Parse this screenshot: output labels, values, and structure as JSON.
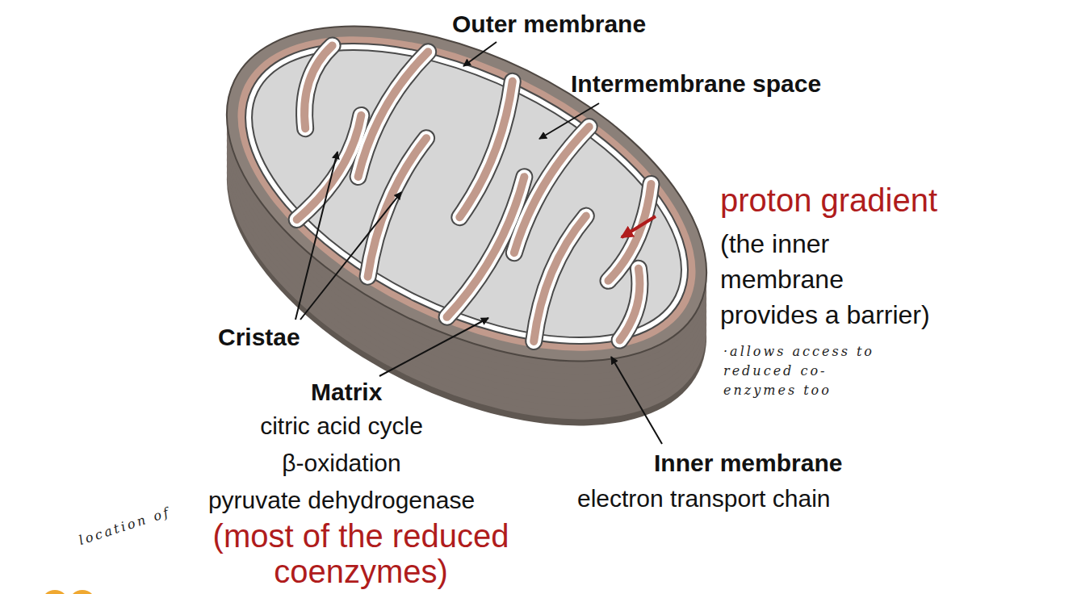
{
  "diagram": {
    "labels": [
      "Outer membrane",
      "Intermembrane space",
      "proton gradient",
      "(the inner membrane provides a barrier)",
      "·allows access to reduced co-enzymes too",
      "Cristae",
      "Matrix",
      "citric acid cycle",
      "β-oxidation",
      "pyruvate dehydrogenase",
      "location of",
      "(most of the reduced coenzymes)",
      "Inner membrane",
      "electron transport chain"
    ]
  }
}
